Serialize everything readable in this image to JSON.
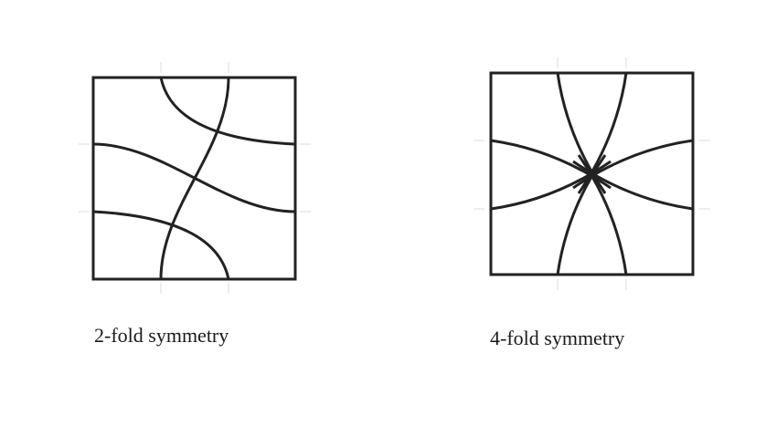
{
  "figures": [
    {
      "id": "two-fold",
      "caption": "2-fold symmetry"
    },
    {
      "id": "four-fold",
      "caption": "4-fold symmetry"
    }
  ],
  "colors": {
    "stroke": "#222222",
    "guide": "#dcdcdc",
    "background": "#ffffff"
  }
}
